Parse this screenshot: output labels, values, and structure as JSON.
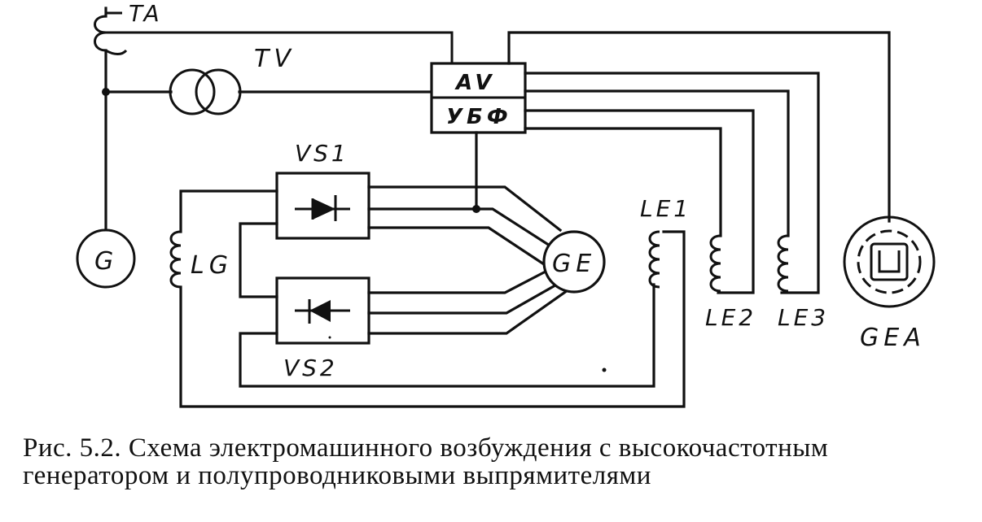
{
  "diagram": {
    "labels": {
      "ta": "TA",
      "tv": "TV",
      "av": "AV",
      "ubf": "УБФ",
      "vs1": "VS1",
      "vs2": "VS2",
      "g": "G",
      "lg": "LG",
      "ge": "GE",
      "le1": "LE1",
      "le2": "LE2",
      "le3": "LE3",
      "gea": "GEA"
    }
  },
  "caption": {
    "line1": "Рис. 5.2. Схема электромашинного возбуждения с высокочастотным",
    "line2": "генератором и полупроводниковыми выпрямителями"
  }
}
